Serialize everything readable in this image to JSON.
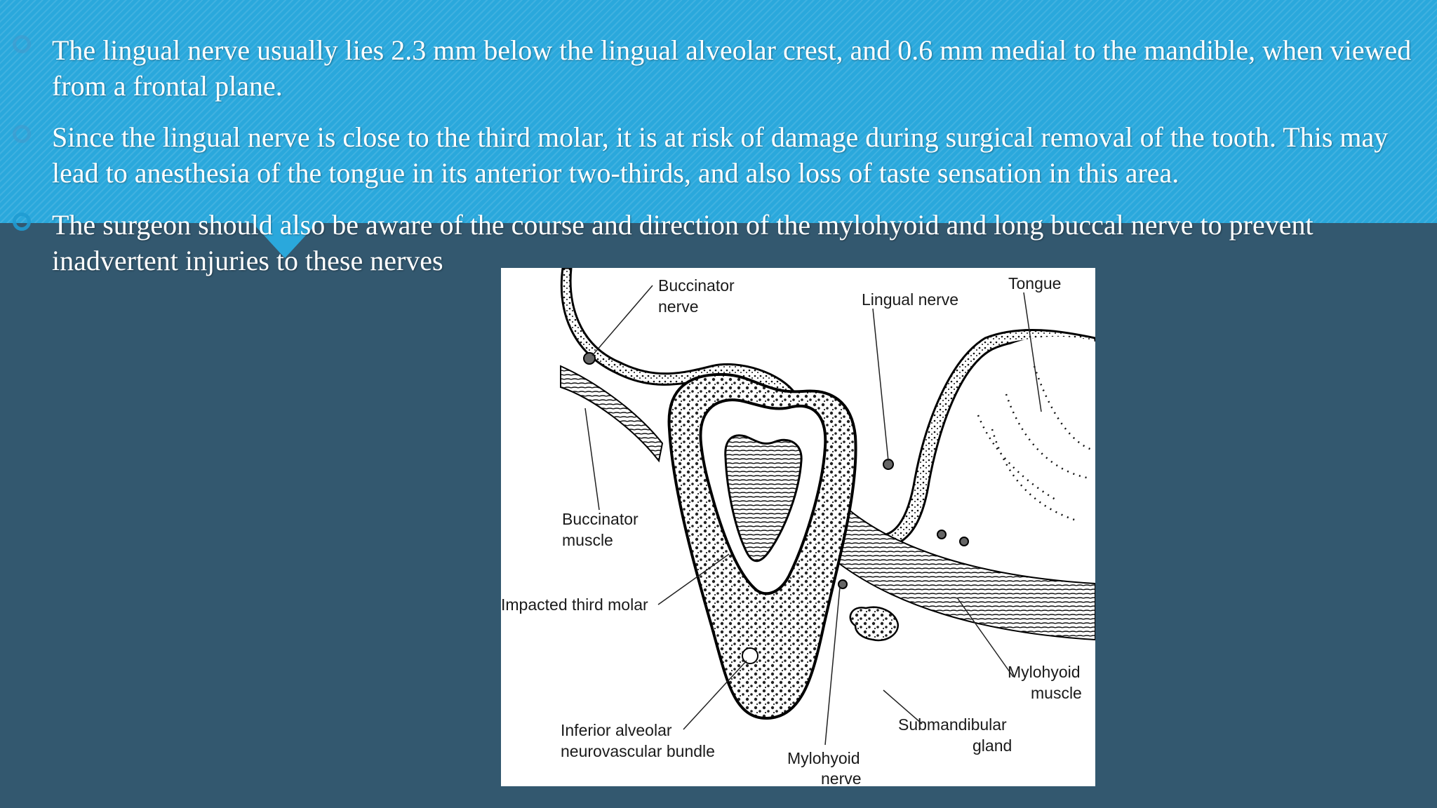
{
  "bullets": [
    {
      "text": "The lingual nerve usually lies 2.3 mm below the lingual alveolar crest, and 0.6 mm medial to the mandible, when viewed from a frontal plane."
    },
    {
      "text": "Since the lingual nerve is close to the third molar, it is at risk of damage during surgical removal of the tooth. This may lead to anesthesia of the tongue in its anterior two-thirds, and also loss of taste sensation in this area."
    },
    {
      "text": "The surgeon should also be aware of the course and direction of the mylohyoid and long buccal nerve to prevent inadvertent injuries to these nerves"
    }
  ],
  "diagram": {
    "labels": {
      "buccinator_nerve": [
        "Buccinator",
        "nerve"
      ],
      "lingual_nerve": [
        "Lingual nerve"
      ],
      "tongue": [
        "Tongue"
      ],
      "buccinator_muscle": [
        "Buccinator",
        "muscle"
      ],
      "impacted_third_molar": [
        "Impacted third molar"
      ],
      "mylohyoid_muscle": [
        "Mylohyoid",
        "muscle"
      ],
      "submandibular_gland": [
        "Submandibular",
        "gland"
      ],
      "inferior_alveolar": [
        "Inferior alveolar",
        "neurovascular bundle"
      ],
      "mylohyoid_nerve": [
        "Mylohyoid",
        "nerve"
      ]
    }
  },
  "colors": {
    "band": "#2aa8dc",
    "background": "#33586f",
    "text": "#ffffff"
  }
}
